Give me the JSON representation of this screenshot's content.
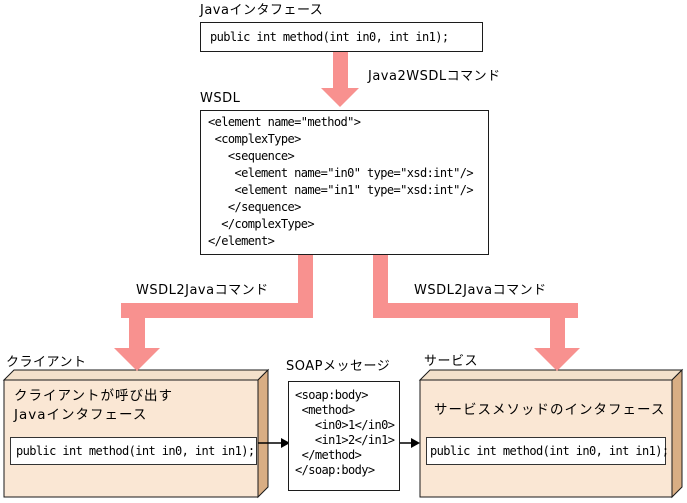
{
  "colors": {
    "arrow_pink": "#f8918f",
    "box_front": "#fae7d4",
    "box_top": "#f3e1cb",
    "box_side": "#d9ae84",
    "border": "#1a1a1a"
  },
  "top": {
    "label": "Javaインタフェース",
    "code": "public int method(int in0, int in1);"
  },
  "arrows": {
    "java2wsdl_label": "Java2WSDLコマンド",
    "wsdl2java_left_label": "WSDL2Javaコマンド",
    "wsdl2java_right_label": "WSDL2Javaコマンド"
  },
  "wsdl": {
    "label": "WSDL",
    "code": "<element name=\"method\">\n <complexType>\n   <sequence>\n    <element name=\"in0\" type=\"xsd:int\"/>\n    <element name=\"in1\" type=\"xsd:int\"/>\n   </sequence>\n  </complexType>\n</element>"
  },
  "client": {
    "label": "クライアント",
    "title": "クライアントが呼び出す\nJavaインタフェース",
    "code": "public int method(int in0, int in1);"
  },
  "soap": {
    "label": "SOAPメッセージ",
    "code": "<soap:body>\n <method>\n   <in0>1</in0>\n   <in1>2</in1>\n </method>\n</soap:body>"
  },
  "service": {
    "label": "サービス",
    "title": "サービスメソッドのインタフェース",
    "code": "public int method(int in0, int in1);"
  }
}
